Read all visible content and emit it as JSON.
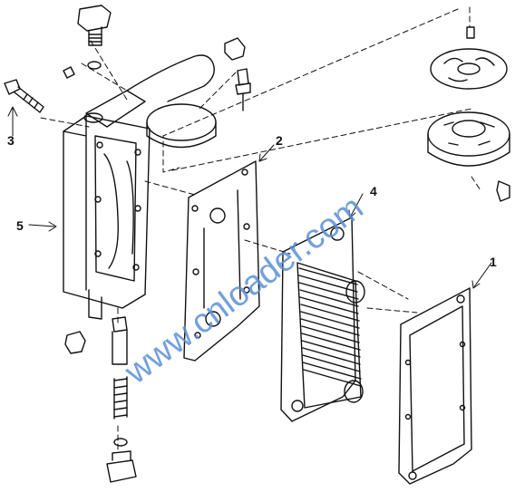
{
  "diagram": {
    "callouts": [
      {
        "id": "1",
        "label": "1"
      },
      {
        "id": "2",
        "label": "2"
      },
      {
        "id": "3",
        "label": "3"
      },
      {
        "id": "4",
        "label": "4"
      },
      {
        "id": "5",
        "label": "5"
      }
    ],
    "watermark": "www.cnloader.com",
    "colors": {
      "line": "#111111",
      "watermark": "#5b8fd6",
      "background": "#ffffff"
    }
  }
}
